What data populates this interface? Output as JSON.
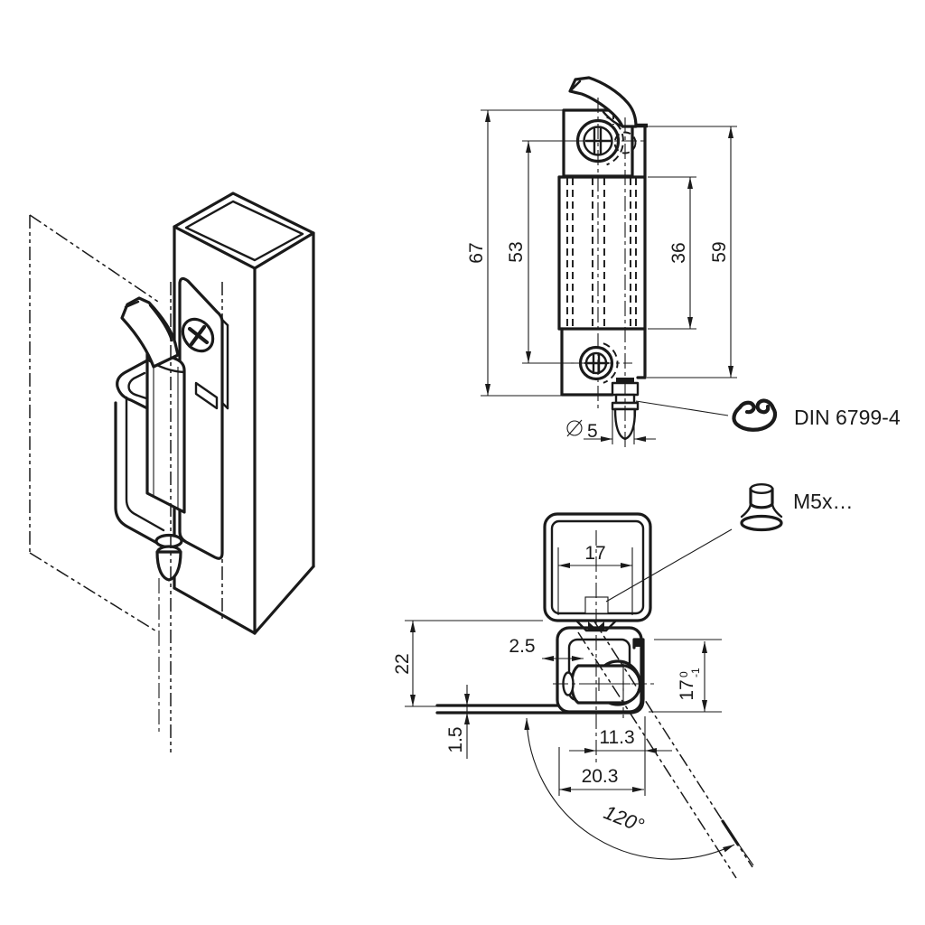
{
  "meta": {
    "title": "Concealed hinge technical drawing"
  },
  "colors": {
    "line": "#1a1a1a",
    "background": "#ffffff"
  },
  "front_view": {
    "dim_67": "67",
    "dim_53": "53",
    "dim_36": "36",
    "dim_59": "59",
    "pin_diameter_symbol": "⌀",
    "pin_diameter": "5"
  },
  "side_view": {
    "dim_17": "17",
    "dim_2_5": "2.5",
    "dim_22": "22",
    "dim_1_5": "1.5",
    "dim_11_3": "11.3",
    "dim_20_3": "20.3",
    "angle": "120°",
    "door_dim_main": "17",
    "door_dim_tol_upper": "0",
    "door_dim_tol_lower": "-1"
  },
  "callouts": {
    "retaining_ring_label": "DIN 6799-4",
    "screw_label": "M5x…"
  }
}
